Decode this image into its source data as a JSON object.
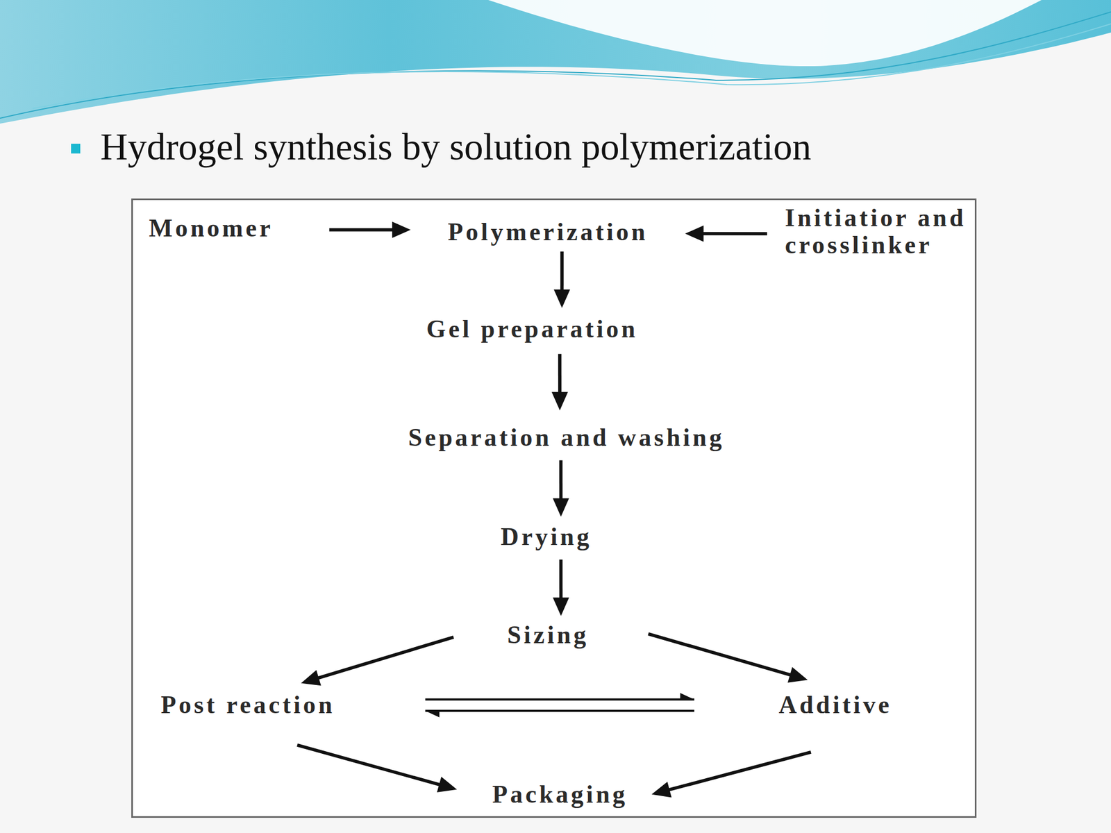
{
  "diagram": {
    "title": "Hydrogel synthesis by solution polymerization",
    "nodes": [
      {
        "text": [
          "Monomer"
        ]
      },
      {
        "text": [
          "Polymerization"
        ]
      },
      {
        "text": [
          "Initiatior and crosslinker"
        ]
      },
      {
        "text": [
          "Gel preparation"
        ]
      },
      {
        "text": [
          "Separation and washing"
        ]
      },
      {
        "text": [
          "Drying"
        ]
      },
      {
        "text": [
          "Sizing"
        ]
      },
      {
        "text": [
          "Post reaction"
        ]
      },
      {
        "text": [
          "Additive"
        ]
      },
      {
        "text": [
          "Packaging"
        ]
      }
    ],
    "edges": [
      {
        "from": 0,
        "to": 1,
        "arrow": "to"
      },
      {
        "from": 2,
        "to": 1,
        "arrow": "to"
      },
      {
        "from": 1,
        "to": 3,
        "arrow": "to"
      },
      {
        "from": 3,
        "to": 4,
        "arrow": "to"
      },
      {
        "from": 4,
        "to": 5,
        "arrow": "to"
      },
      {
        "from": 5,
        "to": 6,
        "arrow": "to"
      },
      {
        "from": 6,
        "to": 7,
        "arrow": "to"
      },
      {
        "from": 6,
        "to": 8,
        "arrow": "to"
      },
      {
        "from": 7,
        "to": 8,
        "arrow": "to"
      },
      {
        "from": 8,
        "to": 7,
        "arrow": "to"
      },
      {
        "from": 7,
        "to": 9,
        "arrow": "to"
      },
      {
        "from": 8,
        "to": 9,
        "arrow": "to"
      }
    ]
  }
}
